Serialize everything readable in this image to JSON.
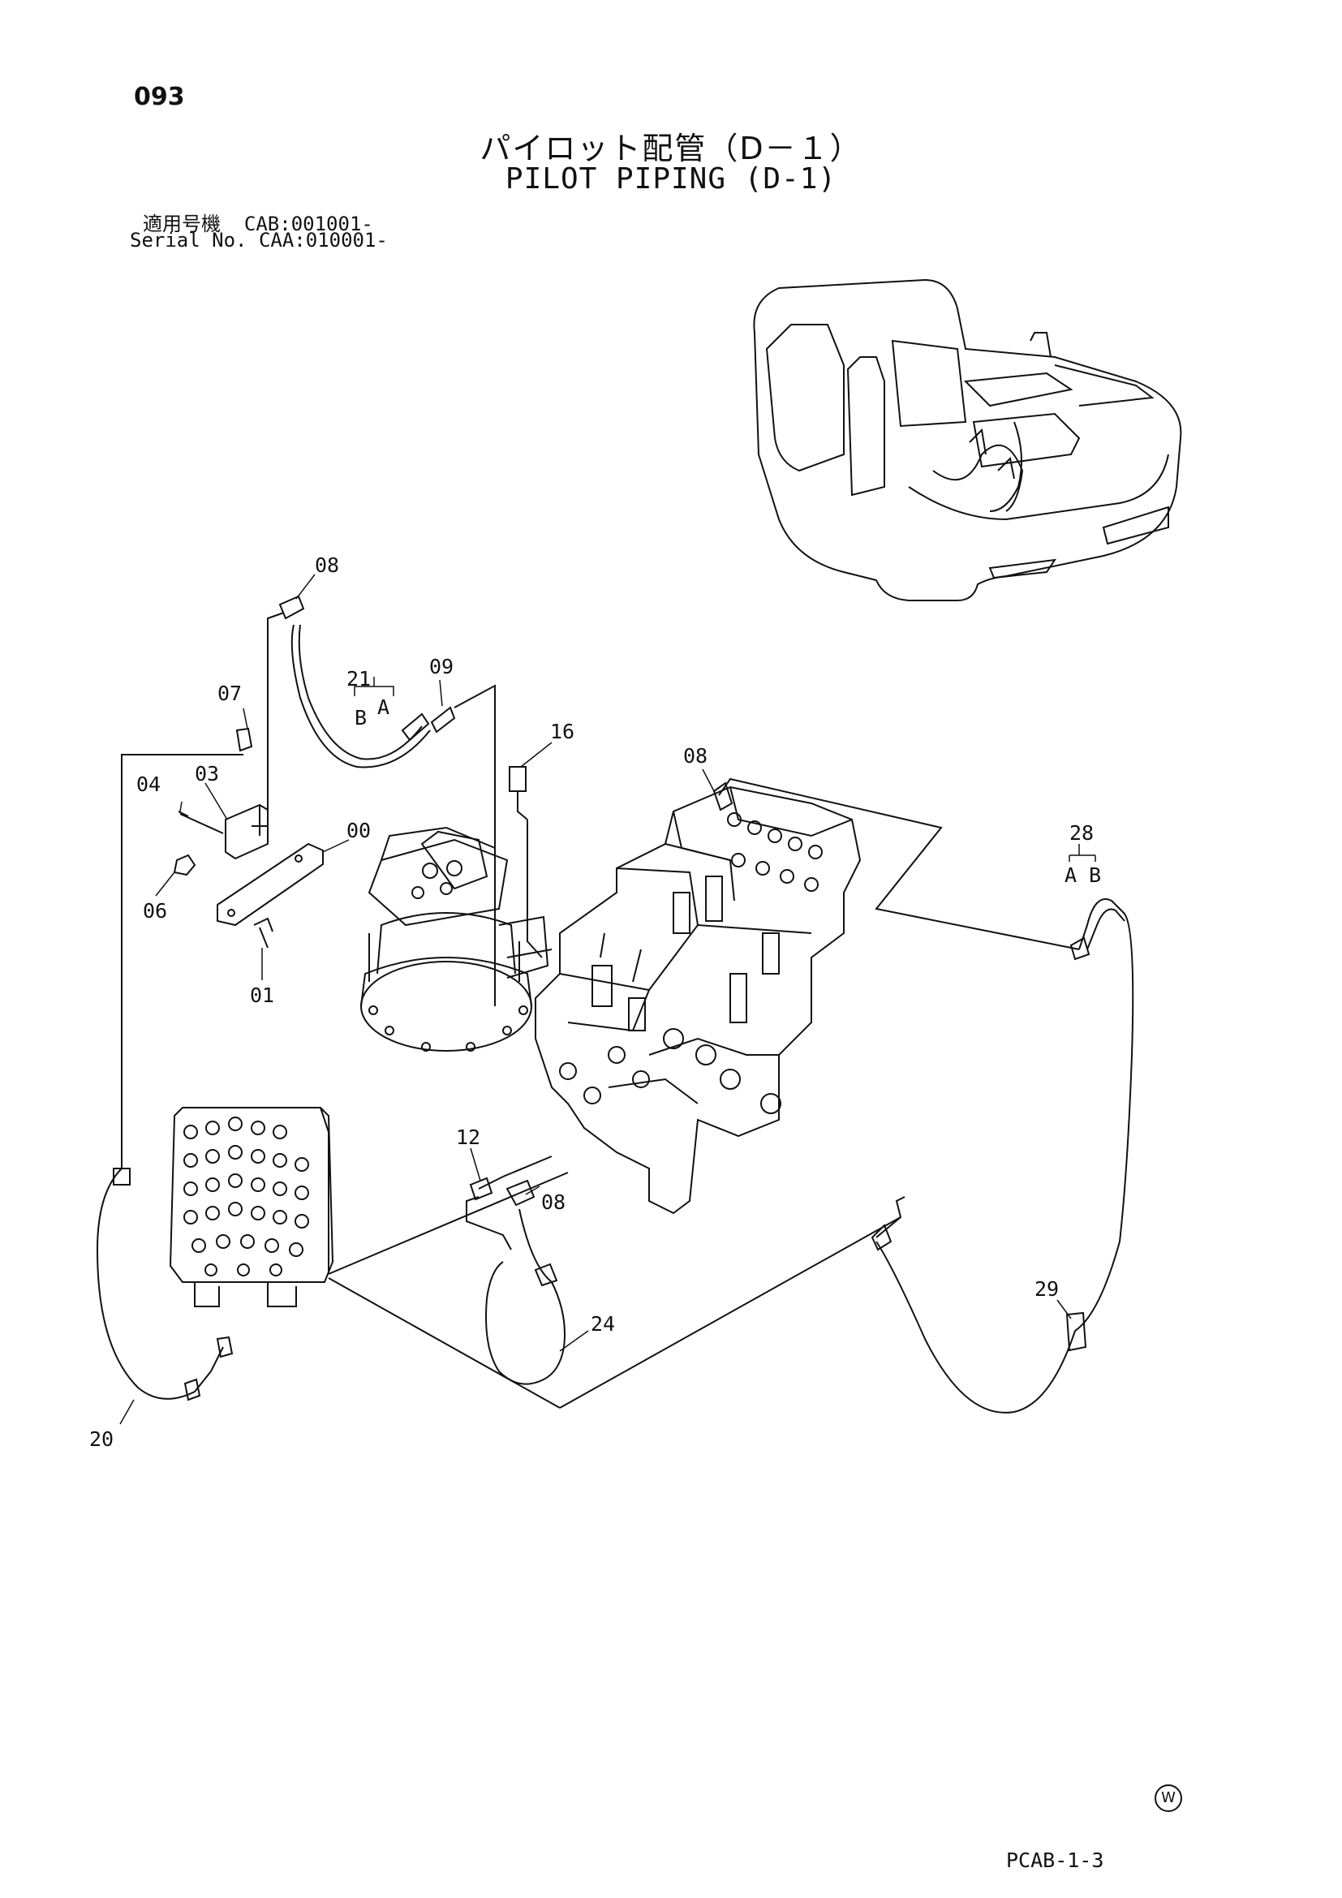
{
  "header": {
    "page_number": "093",
    "title_ja": "パイロット配管（D－１）",
    "title_en": "PILOT PIPING (D-1)",
    "serial_line_1": "適用号機  CAB:001001-",
    "serial_line_2": "Serial No. CAA:010001-"
  },
  "callouts": {
    "c08_top": "08",
    "c07": "07",
    "c21": "21",
    "c21_b": "B",
    "c21_a": "A",
    "c09": "09",
    "c04": "04",
    "c03": "03",
    "c00": "00",
    "c06": "06",
    "c01": "01",
    "c16": "16",
    "c08_mid": "08",
    "c28": "28",
    "c28_a": "A",
    "c28_b": "B",
    "c12": "12",
    "c08_low": "08",
    "c24": "24",
    "c29": "29",
    "c20": "20"
  },
  "footer": {
    "watermark": "W",
    "code": "PCAB-1-3"
  }
}
